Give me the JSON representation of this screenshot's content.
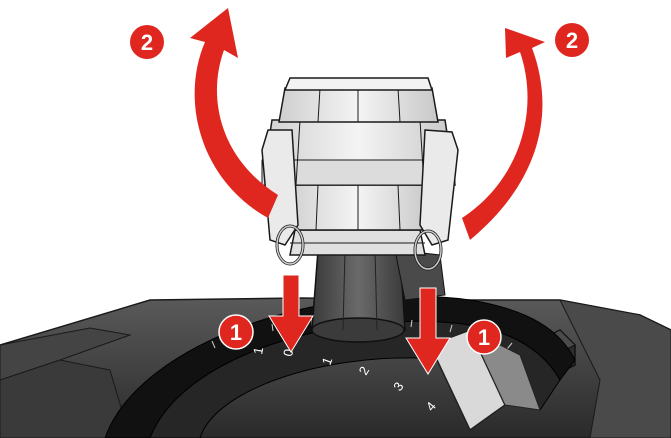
{
  "diagram": {
    "steps": [
      {
        "number": "1",
        "action": "press-down-levers"
      },
      {
        "number": "2",
        "action": "rotate-levers-outward"
      }
    ],
    "dial_scale": [
      "1",
      "0",
      "1",
      "2",
      "3",
      "4"
    ],
    "colors": {
      "arrow": "#e0271f",
      "badge": "#e0271f",
      "badge_text": "#ffffff",
      "body_dark": "#2e2e2e",
      "body_mid": "#575757",
      "coupling_light": "#e9e9e9",
      "outline": "#1a1a1a"
    },
    "icons": [
      "curved-arrow-icon",
      "down-arrow-icon",
      "step-badge-icon"
    ]
  }
}
